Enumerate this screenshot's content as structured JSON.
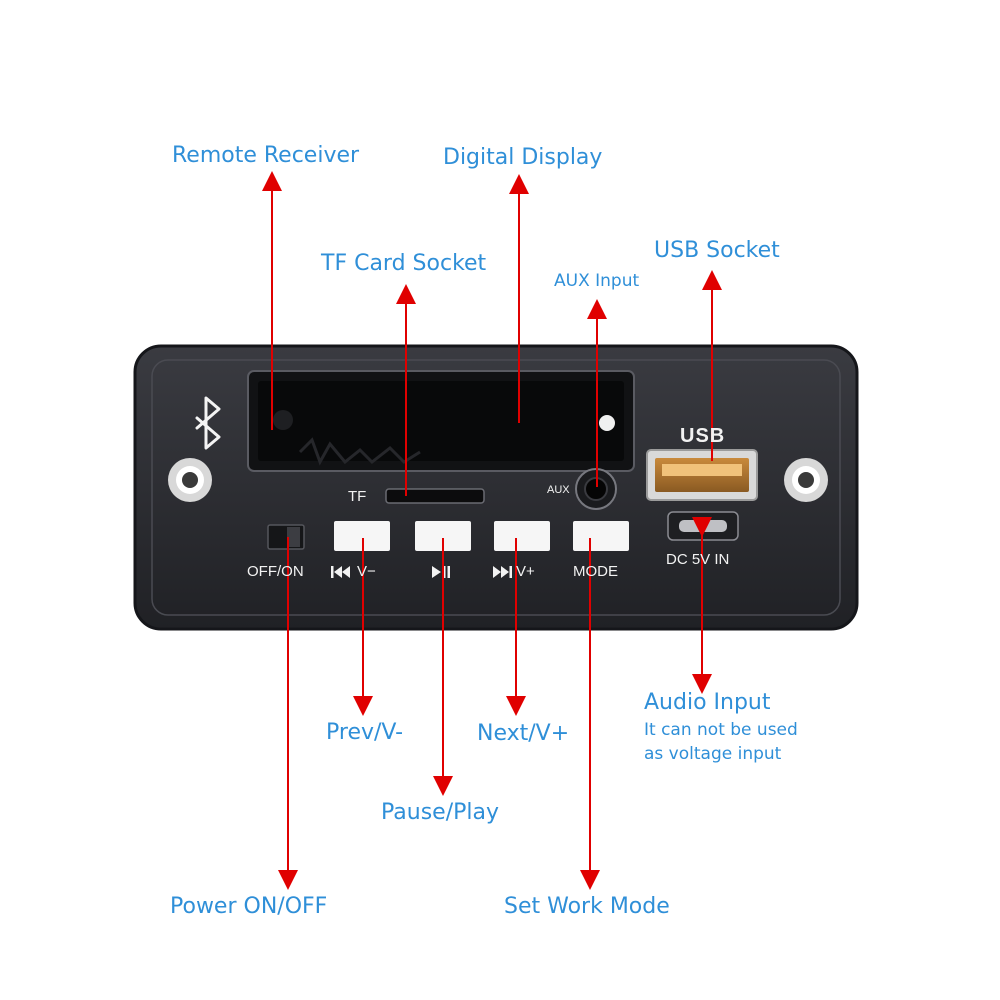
{
  "callouts": {
    "remote_receiver": "Remote Receiver",
    "digital_display": "Digital Display",
    "tf_card_socket": "TF Card Socket",
    "aux_input": "AUX Input",
    "usb_socket": "USB Socket",
    "prev": "Prev/V-",
    "next": "Next/V+",
    "pause_play": "Pause/Play",
    "audio_input": "Audio Input",
    "audio_input_note_1": "It can not be used",
    "audio_input_note_2": "as voltage input",
    "power": "Power ON/OFF",
    "set_mode": "Set Work Mode"
  },
  "panel_labels": {
    "tf": "TF",
    "aux": "AUX",
    "usb": "USB",
    "dc": "DC 5V IN",
    "off_on": "OFF/ON",
    "prev_btn": "V−",
    "next_btn": "V+",
    "mode": "MODE"
  },
  "colors": {
    "callout_text": "#2f8fd8",
    "arrow": "#e00000",
    "panel": "#2a2b30",
    "button": "#f6f6f6"
  }
}
